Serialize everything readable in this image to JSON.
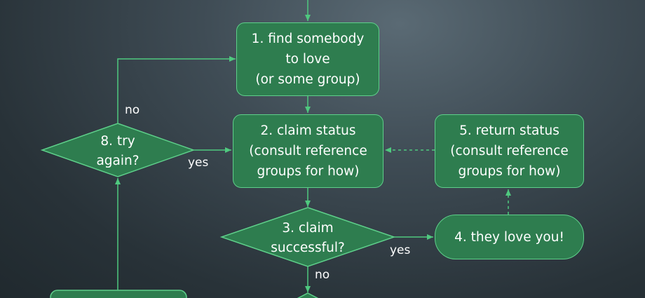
{
  "nodes": {
    "n1": {
      "lines": [
        "1. find somebody",
        "to love",
        "(or some group)"
      ]
    },
    "n2": {
      "lines": [
        "2. claim status",
        "(consult reference",
        "groups for how)"
      ]
    },
    "n3": {
      "lines": [
        "3. claim",
        "successful?"
      ]
    },
    "n4": {
      "lines": [
        "4. they love you!"
      ]
    },
    "n5": {
      "lines": [
        "5. return status",
        "(consult reference",
        "groups for how)"
      ]
    },
    "n8": {
      "lines": [
        "8. try",
        "again?"
      ]
    }
  },
  "edge_labels": {
    "n8_no": "no",
    "n8_yes": "yes",
    "n3_yes": "yes",
    "n3_no": "no"
  },
  "colors": {
    "node_fill": "#2e7d4f",
    "node_border": "#5ecf8a",
    "connector": "#4fc97f",
    "text": "#ffffff"
  }
}
